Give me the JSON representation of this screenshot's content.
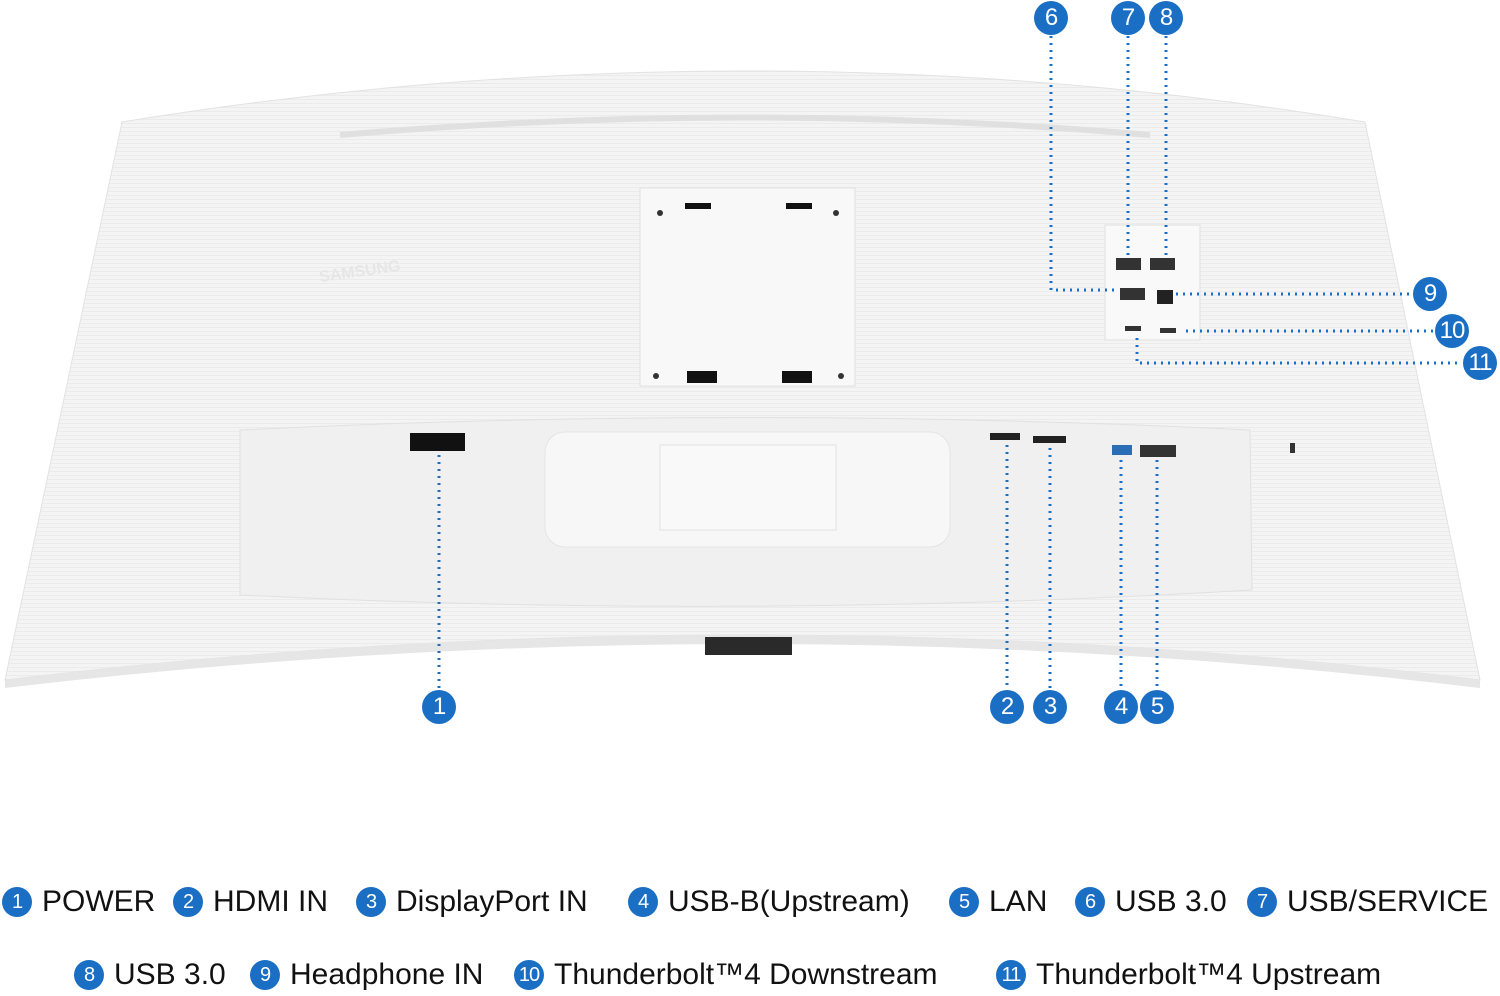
{
  "brand_logo": "SAMSUNG",
  "colors": {
    "callout": "#1a6fc4",
    "body": "#f3f3f3"
  },
  "callouts": [
    "1",
    "2",
    "3",
    "4",
    "5",
    "6",
    "7",
    "8",
    "9",
    "10",
    "11"
  ],
  "legend": [
    {
      "num": "1",
      "label": "POWER"
    },
    {
      "num": "2",
      "label": "HDMI IN"
    },
    {
      "num": "3",
      "label": "DisplayPort IN"
    },
    {
      "num": "4",
      "label": "USB-B(Upstream)"
    },
    {
      "num": "5",
      "label": "LAN"
    },
    {
      "num": "6",
      "label": "USB 3.0"
    },
    {
      "num": "7",
      "label": "USB/SERVICE"
    },
    {
      "num": "8",
      "label": "USB 3.0"
    },
    {
      "num": "9",
      "label": "Headphone IN"
    },
    {
      "num": "10",
      "label": "Thunderbolt™4 Downstream"
    },
    {
      "num": "11",
      "label": "Thunderbolt™4 Upstream"
    }
  ]
}
